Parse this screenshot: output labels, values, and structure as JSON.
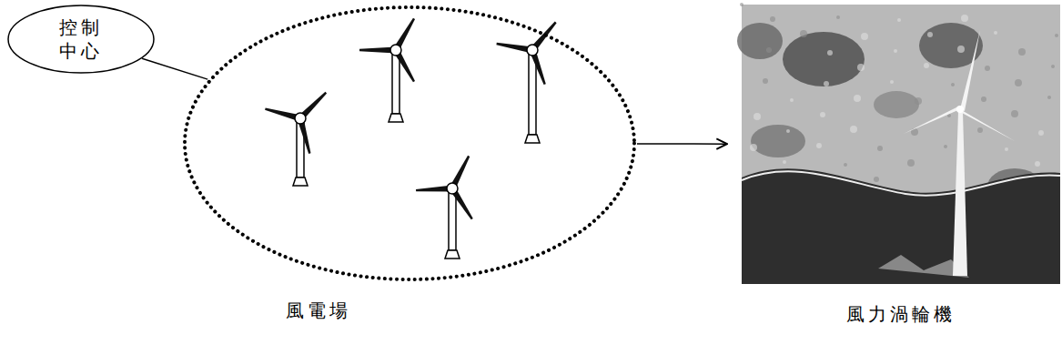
{
  "diagram": {
    "nodes": [
      {
        "text": [
          "控制 中心"
        ]
      },
      {
        "text": [
          "風電場"
        ]
      },
      {
        "text": [
          "風力渦輪機"
        ]
      }
    ],
    "edges": [
      {
        "from": 0,
        "to": 1,
        "arrow": "none"
      },
      {
        "from": 1,
        "to": 2,
        "arrow": "to"
      }
    ]
  }
}
